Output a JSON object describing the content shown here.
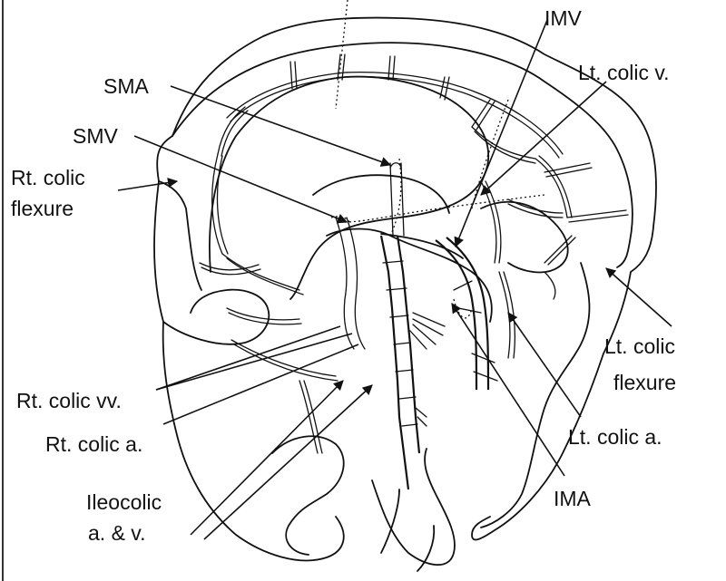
{
  "labels": {
    "imv": "IMV",
    "lt_colic_v": "Lt. colic v.",
    "sma": "SMA",
    "smv": "SMV",
    "rt_colic_flexure_1": "Rt. colic",
    "rt_colic_flexure_2": "flexure",
    "lt_colic_flexure_1": "Lt. colic",
    "lt_colic_flexure_2": "flexure",
    "rt_colic_vv": "Rt. colic vv.",
    "rt_colic_a": "Rt. colic a.",
    "lt_colic_a": "Lt. colic a.",
    "ileocolic_1": "Ileocolic",
    "ileocolic_2": "a. & v.",
    "ima": "IMA"
  }
}
